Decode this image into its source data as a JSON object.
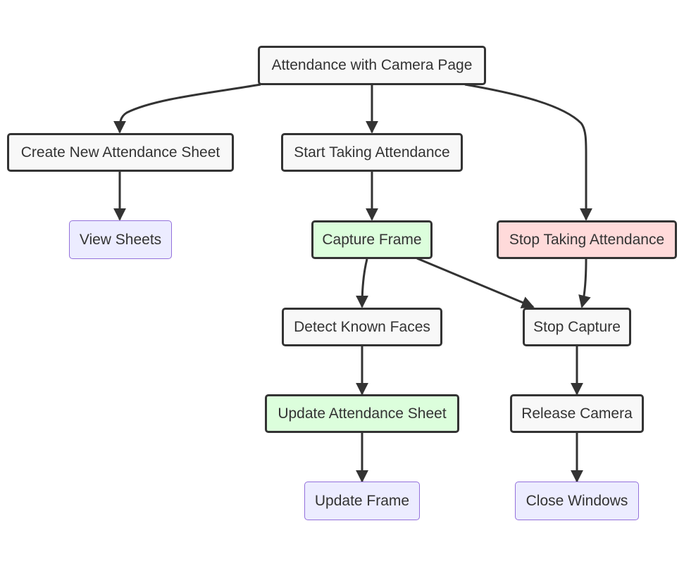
{
  "diagram": {
    "nodes": {
      "attendance_page": "Attendance with Camera Page",
      "create_sheet": "Create New Attendance Sheet",
      "start_attendance": "Start Taking Attendance",
      "view_sheets": "View Sheets",
      "capture_frame": "Capture Frame",
      "stop_attendance": "Stop Taking Attendance",
      "detect_faces": "Detect Known Faces",
      "stop_capture": "Stop Capture",
      "update_sheet": "Update Attendance Sheet",
      "release_camera": "Release Camera",
      "update_frame": "Update Frame",
      "close_windows": "Close Windows"
    },
    "edges": [
      {
        "from": "Attendance with Camera Page",
        "to": "Create New Attendance Sheet"
      },
      {
        "from": "Attendance with Camera Page",
        "to": "Start Taking Attendance"
      },
      {
        "from": "Attendance with Camera Page",
        "to": "Stop Taking Attendance"
      },
      {
        "from": "Create New Attendance Sheet",
        "to": "View Sheets"
      },
      {
        "from": "Start Taking Attendance",
        "to": "Capture Frame"
      },
      {
        "from": "Capture Frame",
        "to": "Detect Known Faces"
      },
      {
        "from": "Capture Frame",
        "to": "Stop Capture"
      },
      {
        "from": "Stop Taking Attendance",
        "to": "Stop Capture"
      },
      {
        "from": "Detect Known Faces",
        "to": "Update Attendance Sheet"
      },
      {
        "from": "Update Attendance Sheet",
        "to": "Update Frame"
      },
      {
        "from": "Stop Capture",
        "to": "Release Camera"
      },
      {
        "from": "Release Camera",
        "to": "Close Windows"
      }
    ],
    "colors": {
      "line": "#333333",
      "default_fill": "#f8f8f8",
      "action_fill": "#dcfedc",
      "stop_fill": "#ffdada",
      "terminal_fill": "#ececff",
      "terminal_border": "#9370db"
    }
  }
}
